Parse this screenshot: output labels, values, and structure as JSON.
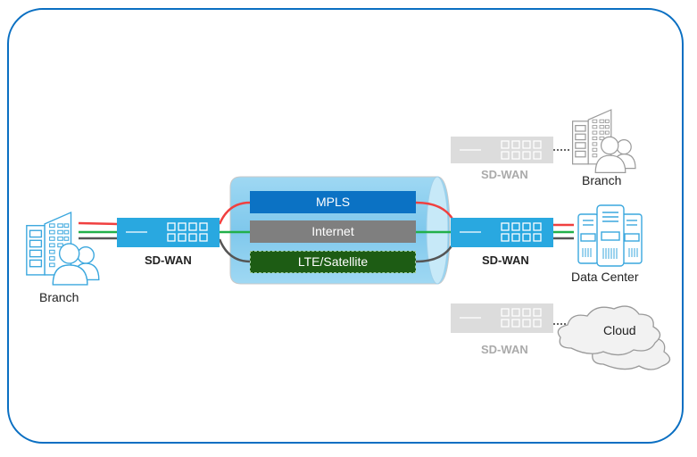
{
  "colors": {
    "frame": "#0a6fc2",
    "sdwan_active": "#29a8e0",
    "sdwan_inactive": "#dcdcdc",
    "mpls": "#0b72c4",
    "internet": "#7f7f7f",
    "lte": "#1d5c14",
    "tunnel": "#8fd0f0",
    "link_red": "#f04040",
    "link_green": "#22b04a",
    "link_gray": "#555555",
    "icon_blue": "#3aa7de",
    "icon_gray": "#9a9a9a"
  },
  "left_site": {
    "icon": "branch-building-users-icon",
    "label": "Branch"
  },
  "left_device": {
    "icon": "sdwan-appliance-icon",
    "label": "SD-WAN"
  },
  "tunnel": {
    "links": [
      {
        "label": "MPLS"
      },
      {
        "label": "Internet"
      },
      {
        "label": "LTE/Satellite"
      }
    ]
  },
  "right_device": {
    "icon": "sdwan-appliance-icon",
    "label": "SD-WAN"
  },
  "data_center": {
    "icon": "server-rack-icon",
    "label": "Data Center"
  },
  "remote_branch": {
    "device_label": "SD-WAN",
    "label": "Branch",
    "icon": "branch-building-users-icon"
  },
  "cloud": {
    "device_label": "SD-WAN",
    "label": "Cloud",
    "icon": "cloud-icon"
  }
}
